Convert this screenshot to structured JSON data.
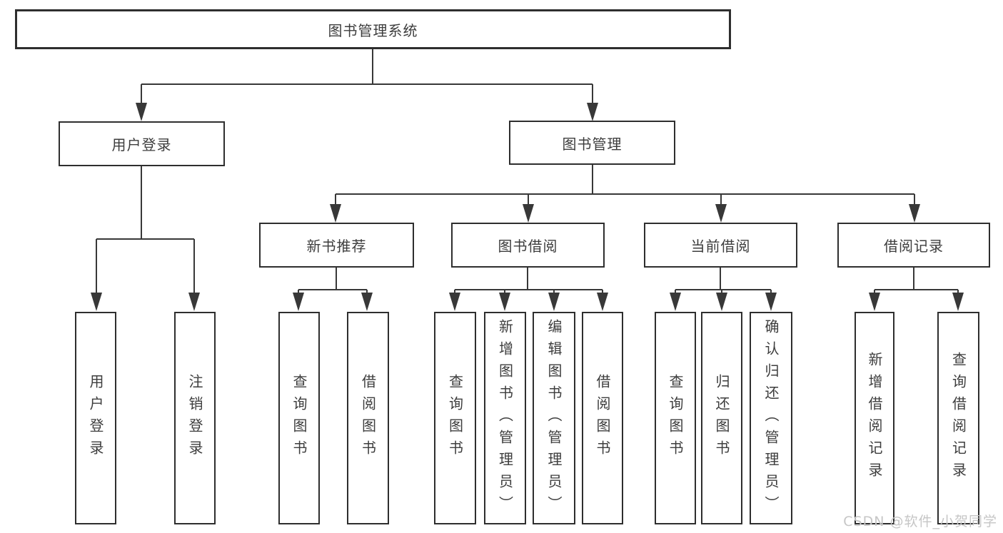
{
  "diagram": {
    "type": "hierarchy-tree",
    "root": {
      "label": "图书管理系统",
      "children": [
        {
          "label": "用户登录",
          "children": [
            {
              "label": "用户登录"
            },
            {
              "label": "注销登录"
            }
          ]
        },
        {
          "label": "图书管理",
          "children": [
            {
              "label": "新书推荐",
              "children": [
                {
                  "label": "查询图书"
                },
                {
                  "label": "借阅图书"
                }
              ]
            },
            {
              "label": "图书借阅",
              "children": [
                {
                  "label": "查询图书"
                },
                {
                  "label": "新增图书（管理员）"
                },
                {
                  "label": "编辑图书（管理员）"
                },
                {
                  "label": "借阅图书"
                },
                {
                  "label": ""
                }
              ]
            },
            {
              "label": "当前借阅",
              "children": [
                {
                  "label": "查询图书"
                },
                {
                  "label": "归还图书"
                },
                {
                  "label": "确认归还（管理员）"
                }
              ]
            },
            {
              "label": "借阅记录",
              "children": [
                {
                  "label": "新增借阅记录"
                },
                {
                  "label": "查询借阅记录"
                }
              ]
            }
          ]
        }
      ]
    }
  },
  "watermark": {
    "text": "CSDN @软件_小贺同学",
    "color": "#c6c6c6"
  },
  "colors": {
    "line": "#383838",
    "box_border": "#2e2e2e",
    "box_fill": "#ffffff",
    "text": "#3d3d3d",
    "background": "#ffffff"
  }
}
